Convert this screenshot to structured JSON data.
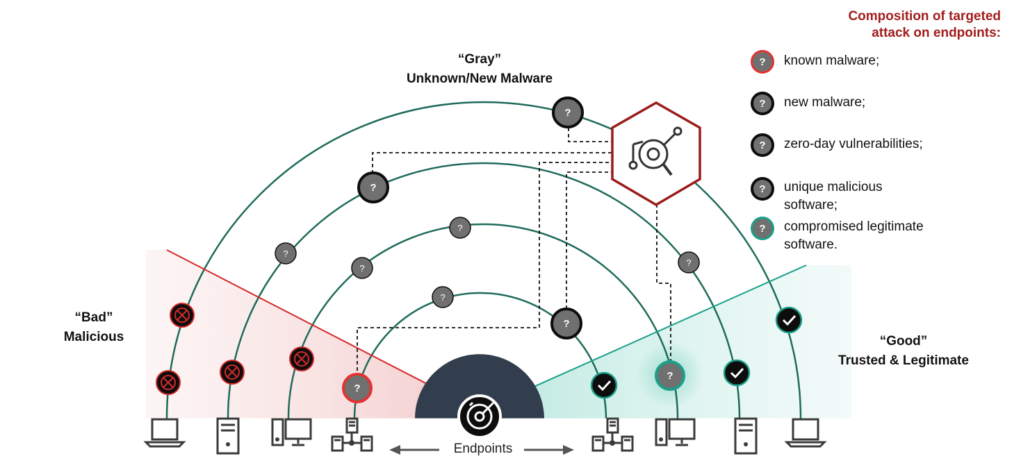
{
  "labels": {
    "gray_quote": "“Gray”",
    "gray_title": "Unknown/New Malware",
    "bad_quote": "“Bad”",
    "bad_title": "Malicious",
    "good_quote": "“Good”",
    "good_title": "Trusted & Legitimate",
    "endpoints": "Endpoints",
    "unknown_mark": "?"
  },
  "legend": {
    "title_line1": "Composition of targeted",
    "title_line2": "attack on endpoints:",
    "items": [
      {
        "text": "known malware;",
        "type": "known"
      },
      {
        "text": "new malware;",
        "type": "new"
      },
      {
        "text": "zero-day vulnerabilities;",
        "type": "zero-day"
      },
      {
        "text": "unique malicious software;",
        "line1": "unique malicious",
        "line2": "software;",
        "type": "unique"
      },
      {
        "text": "compromised legitimate software.",
        "line1": "compromised legitimate",
        "line2": "software.",
        "type": "compromised"
      }
    ]
  },
  "colors": {
    "arc": "#1e6b5b",
    "bad_line": "#d42a2a",
    "good_line": "#1aa08a",
    "hexagon": "#9b1b1b",
    "dome": "#323d4d",
    "badge_gray": "#707070",
    "legend_title": "#a31d1d"
  },
  "icons": {
    "center": "target-icon",
    "hexagon": "threat-analysis-icon",
    "endpoint_left": [
      "laptop-icon",
      "server-icon",
      "desktop-icon",
      "network-icon"
    ],
    "endpoint_right": [
      "network-icon",
      "desktop-icon",
      "server-icon",
      "laptop-icon"
    ]
  }
}
